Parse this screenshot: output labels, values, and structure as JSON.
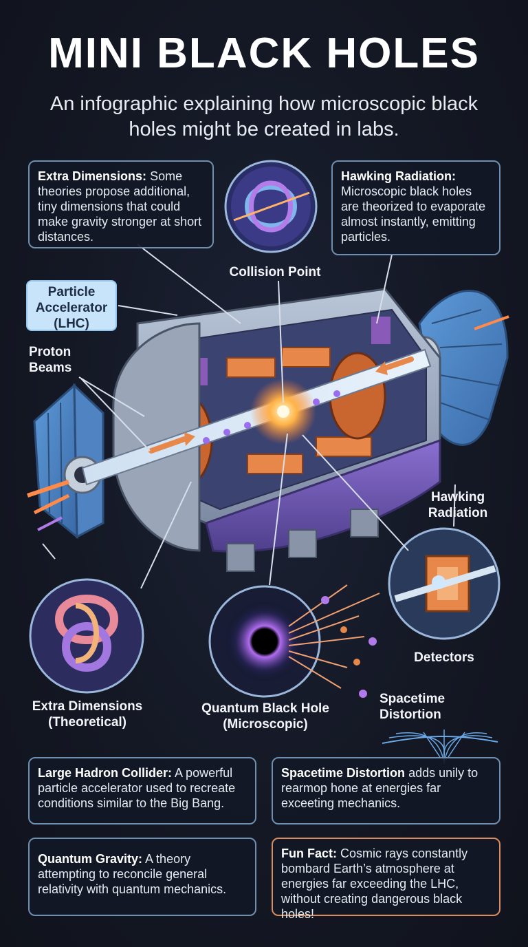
{
  "title": "MINI BLACK HOLES",
  "subtitle": "An infographic explaining how microscopic black holes might be created in labs.",
  "cards": {
    "extra_dimensions": {
      "term": "Extra Dimensions:",
      "text": "Some theories propose additional, tiny dimensions that could make gravity stronger at short distances."
    },
    "hawking_radiation": {
      "term": "Hawking Radiation:",
      "text": "Microscopic black holes are theorized to evaporate almost instantly, emitting particles."
    },
    "lhc": {
      "term": "Large Hadron Collider:",
      "text": "A powerful particle accelerator used to recreate conditions similar to the Big Bang."
    },
    "spacetime": {
      "term": "Spacetime Distortion",
      "text": "adds unily to rearmop hone at energies far exceeting mechanics."
    },
    "quantum_gravity": {
      "term": "Quantum Gravity:",
      "text": "A theory attempting to reconcile general relativity with quantum mechanics."
    },
    "fun_fact": {
      "term": "Fun Fact:",
      "text": "Cosmic rays constantly bombard Earth’s atmosphere at energies far exceeding the LHC, without creating dangerous black holes!"
    }
  },
  "labels": {
    "collision_point": "Collision Point",
    "particle_accelerator": "Particle Accelerator (LHC)",
    "proton_beams": "Proton Beams",
    "hawking_radiation": "Hawking Radiation",
    "detectors": "Detectors",
    "extra_dimensions_theoretical": "Extra Dimensions (Theoretical)",
    "quantum_black_hole": "Quantum Black Hole (Microscopic)",
    "spacetime_distortion": "Spacetime Distortion"
  },
  "colors": {
    "background": "#141824",
    "card_border": "#6f8fb0",
    "fun_fact_border": "#d98c5f",
    "accelerator_label_bg": "#c8e4fa",
    "collision_flash": "#ffb347"
  }
}
